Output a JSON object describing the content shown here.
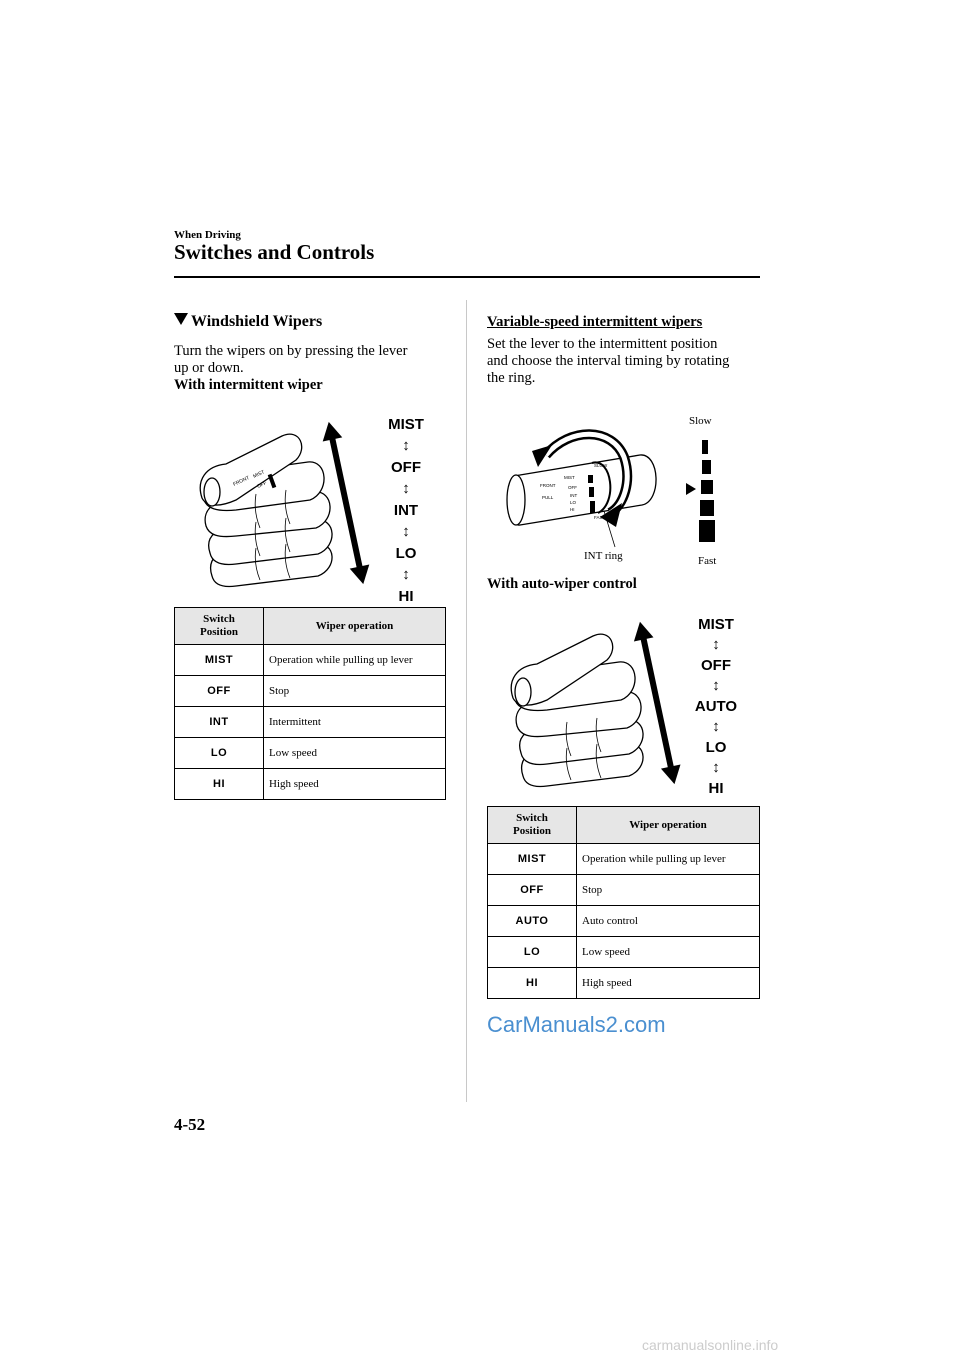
{
  "header": {
    "section": "When Driving",
    "title": "Switches and Controls"
  },
  "left": {
    "heading": "Windshield Wipers",
    "intro": [
      "Turn the wipers on by pressing the lever",
      "up or down."
    ],
    "subheading": "With intermittent wiper",
    "figure_labels": [
      "MIST",
      "OFF",
      "INT",
      "LO",
      "HI"
    ],
    "table": {
      "col_position": [
        "Switch",
        "Position"
      ],
      "col_operation": "Wiper operation",
      "rows": [
        {
          "pos": "MIST",
          "op": "Operation while pulling up lever"
        },
        {
          "pos": "OFF",
          "op": "Stop"
        },
        {
          "pos": "INT",
          "op": "Intermittent"
        },
        {
          "pos": "LO",
          "op": "Low speed"
        },
        {
          "pos": "HI",
          "op": "High speed"
        }
      ]
    }
  },
  "right": {
    "heading": "Variable-speed intermittent wipers",
    "intro": [
      "Set the lever to the intermittent position",
      "and choose the interval timing by rotating",
      "the ring."
    ],
    "ring_figure": {
      "slow": "Slow",
      "fast": "Fast",
      "ring": "INT ring",
      "lever_text": [
        "FRONT",
        "MIST",
        "OFF",
        "INT",
        "LO",
        "HI",
        "PULL",
        "SLOW",
        "FAST"
      ]
    },
    "subheading": "With auto-wiper control",
    "figure_labels": [
      "MIST",
      "OFF",
      "AUTO",
      "LO",
      "HI"
    ],
    "table": {
      "col_position": [
        "Switch",
        "Position"
      ],
      "col_operation": "Wiper operation",
      "rows": [
        {
          "pos": "MIST",
          "op": "Operation while pulling up lever"
        },
        {
          "pos": "OFF",
          "op": "Stop"
        },
        {
          "pos": "AUTO",
          "op": "Auto control"
        },
        {
          "pos": "LO",
          "op": "Low speed"
        },
        {
          "pos": "HI",
          "op": "High speed"
        }
      ]
    }
  },
  "footer": {
    "page": "4-52",
    "watermark": "CarManuals2.com",
    "site": "carmanualsonline.info"
  },
  "colors": {
    "watermark": "#4a8fd0",
    "table_header_bg": "#e6e6e6"
  }
}
